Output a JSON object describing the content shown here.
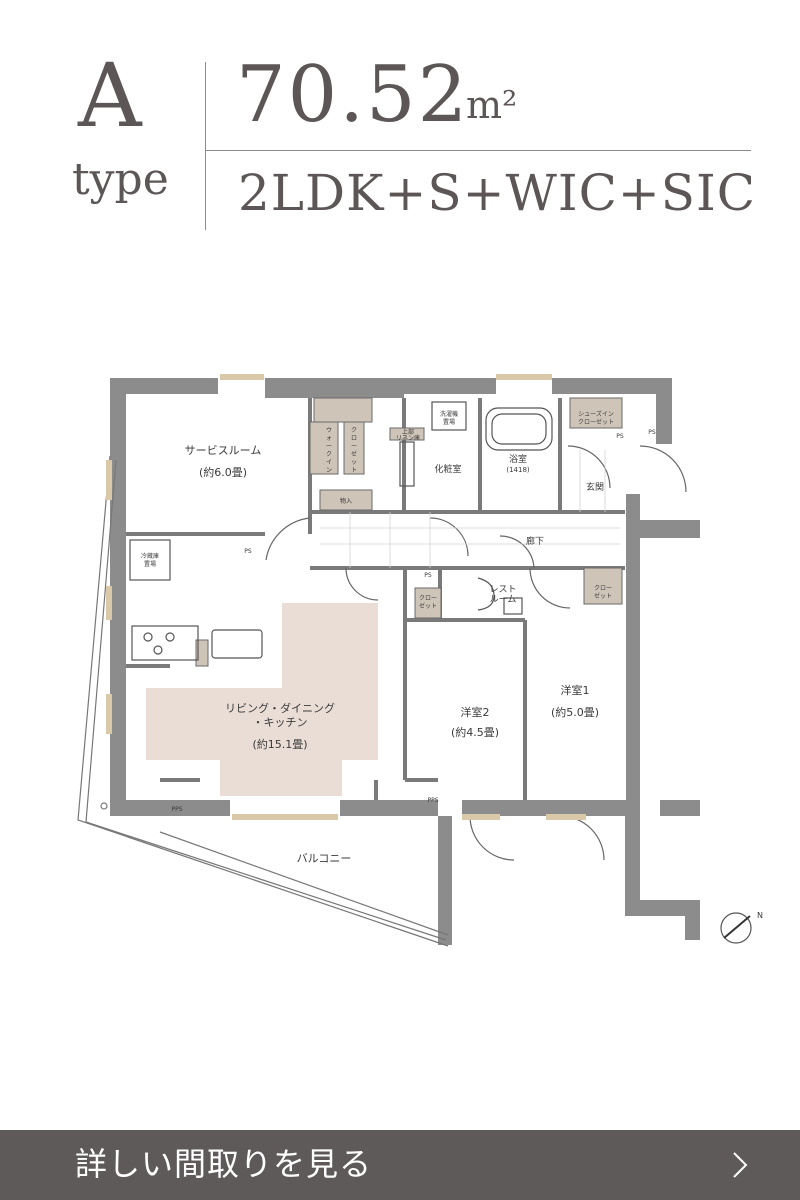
{
  "header": {
    "type_letter": "A",
    "type_word": "type",
    "area_value": "70.52",
    "area_unit": "m²",
    "layout": "2LDK+S+WIC+SIC"
  },
  "floorplan": {
    "rooms": {
      "service_room": "サービスルーム",
      "service_room_size": "(約6.0畳)",
      "ldk_line1": "リビング・ダイニング",
      "ldk_line2": "・キッチン",
      "ldk_size": "(約15.1畳)",
      "western2": "洋室2",
      "western2_size": "(約4.5畳)",
      "western1": "洋室1",
      "western1_size": "(約5.0畳)",
      "bath": "浴室",
      "bath_size": "(1418)",
      "powder": "化粧室",
      "entrance": "玄関",
      "hallway": "廊下",
      "restroom_line1": "レスト",
      "restroom_line2": "ルーム",
      "balcony": "バルコニー"
    },
    "labels": {
      "walk_in_closet": [
        "ウ",
        "ォ",
        "ー",
        "ク",
        "イ",
        "ン"
      ],
      "walk_in_closet_2": [
        "ク",
        "ロ",
        "ー",
        "ゼ",
        "ッ",
        "ト"
      ],
      "storage": "物入",
      "washer_line1": "洗濯機",
      "washer_line2": "置場",
      "fridge_line1": "冷蔵庫",
      "fridge_line2": "置場",
      "linen_line1": "上部",
      "linen_line2": "リネン庫",
      "shoes_line1": "シューズイン",
      "shoes_line2": "クローゼット",
      "closet_line1": "クロー",
      "closet_line2": "ゼット",
      "ps": "PS",
      "pps": "PPS",
      "north": "N"
    }
  },
  "cta": {
    "label": "詳しい間取りを見る"
  },
  "colors": {
    "text": "#5c5656",
    "rule": "#8f8a8a",
    "wall": "#8c8c8c",
    "ldk_fill": "#e9ddd6",
    "storage_fill": "#cfc4b8",
    "cta_bg": "#5e5a5a"
  }
}
